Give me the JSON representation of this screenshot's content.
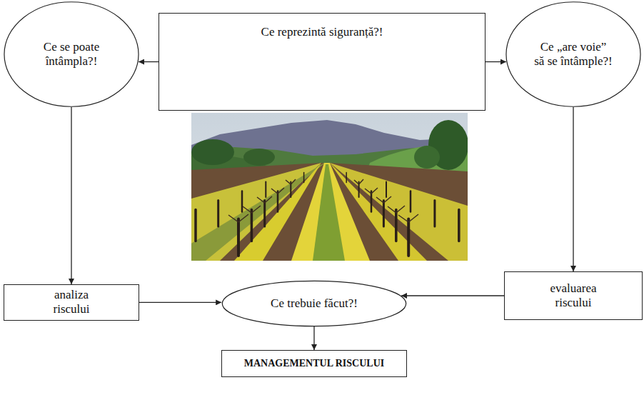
{
  "diagram": {
    "nodes": [
      {
        "text": [
          "Ce se poate întâmpla?!"
        ]
      },
      {
        "text": [
          "Ce reprezintă siguranță?!"
        ]
      },
      {
        "text": [
          "Ce „are voie” să se întâmple?!"
        ]
      },
      {
        "text": [
          "analiza riscului"
        ]
      },
      {
        "text": [
          "Ce trebuie făcut?!"
        ]
      },
      {
        "text": [
          "evaluarea riscului"
        ]
      },
      {
        "text": [
          "MANAGEMENTUL RISCULUI"
        ]
      }
    ],
    "edges": [
      {
        "from": 1,
        "to": 0,
        "arrow": "to"
      },
      {
        "from": 1,
        "to": 2,
        "arrow": "to"
      },
      {
        "from": 0,
        "to": 3,
        "arrow": "to"
      },
      {
        "from": 2,
        "to": 5,
        "arrow": "to"
      },
      {
        "from": 3,
        "to": 4,
        "arrow": "to"
      },
      {
        "from": 5,
        "to": 4,
        "arrow": "to"
      },
      {
        "from": 4,
        "to": 6,
        "arrow": "to"
      }
    ]
  }
}
